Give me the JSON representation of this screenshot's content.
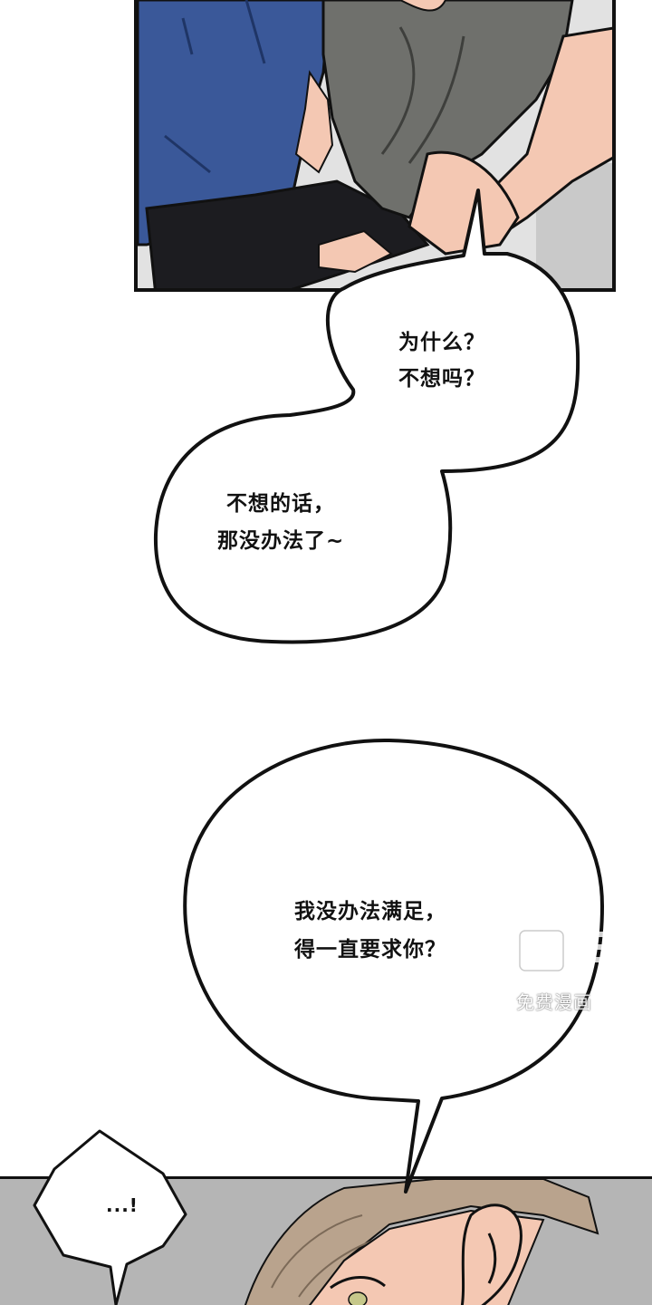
{
  "bubbles": {
    "b1": {
      "line1": "为什么？",
      "line2": "不想吗？"
    },
    "b2": {
      "line1": "不想的话，",
      "line2": "那没办法了~"
    },
    "b3": {
      "line1": "我没办法满足，",
      "line2": "得一直要求你？"
    },
    "b4": {
      "line1": "...!"
    }
  },
  "watermark": {
    "sub": "免费漫画"
  },
  "colors": {
    "shirt_blue": "#3a5899",
    "shorts_black": "#1c1c20",
    "hoodie_gray": "#6f706c",
    "skin": "#f4c8b3",
    "hair": "#b9a38d",
    "ink": "#111111"
  }
}
